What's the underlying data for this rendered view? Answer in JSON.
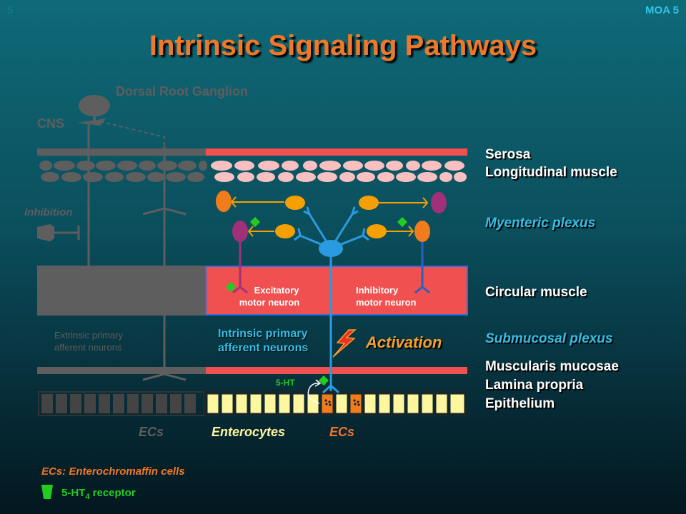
{
  "header": {
    "title": "Intrinsic Signaling Pathways",
    "slide_number": "5",
    "slide_tag": "MOA 5"
  },
  "extrinsic": {
    "dorsal_root_ganglion": "Dorsal Root Ganglion",
    "cns": "CNS",
    "inhibition": "Inhibition",
    "extrinsic_neurons_line1": "Extrinsic primary",
    "extrinsic_neurons_line2": "afferent neurons"
  },
  "layers": {
    "serosa": "Serosa",
    "longitudinal_muscle": "Longitudinal muscle",
    "myenteric_plexus": "Myenteric plexus",
    "circular_muscle": "Circular muscle",
    "submucosal_plexus": "Submucosal plexus",
    "muscularis_mucosae": "Muscularis mucosae",
    "lamina_propria": "Lamina propria",
    "epithelium": "Epithelium"
  },
  "neurons": {
    "excitatory_line1": "Excitatory",
    "excitatory_line2": "motor neuron",
    "inhibitory_line1": "Inhibitory",
    "inhibitory_line2": "motor neuron",
    "intrinsic_line1": "Intrinsic primary",
    "intrinsic_line2": "afferent neurons",
    "activation": "Activation",
    "serotonin": "5-HT"
  },
  "cells": {
    "ecs_left": "ECs",
    "enterocytes": "Enterocytes",
    "ecs_right": "ECs"
  },
  "legend": {
    "ecs_definition": "ECs: Enterochromaffin cells",
    "receptor_prefix": "5-HT",
    "receptor_subscript": "4",
    "receptor_suffix": " receptor"
  },
  "colors": {
    "title": "#f07828",
    "plexus_text": "#34bfe6",
    "muscle_red": "#f05050",
    "longitudinal_cells": "#f8c0c0",
    "extrinsic_grey": "#5e5e5e",
    "enterocyte_yellow": "#fff7a0",
    "ec_orange": "#f07c1c",
    "neuron_blue": "#2a9be0",
    "receptor_green": "#22cc22",
    "ecs_legend_text": "#f07828",
    "receptor_legend_text": "#22cc22"
  }
}
